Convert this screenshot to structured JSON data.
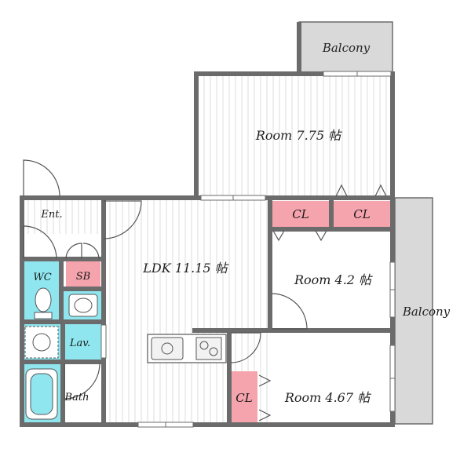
{
  "rooms": {
    "room_775": "Room 7.75 帖",
    "ldk": "LDK 11.15 帖",
    "room_42": "Room 4.2 帖",
    "room_467": "Room 4.67 帖"
  },
  "spaces": {
    "balcony_top": "Balcony",
    "balcony_right": "Balcony",
    "entrance": "Ent.",
    "wc": "WC",
    "sb": "SB",
    "lav": "Lav.",
    "bath": "Bath",
    "cl_1": "CL",
    "cl_2": "CL",
    "cl_3": "CL"
  },
  "colors": {
    "wall": "#6b6b6b",
    "closet_fill": "#f5a3ad",
    "wet_area_fill": "#8fe6ee",
    "balcony_fill": "#d9d9d9",
    "floor_stripe": "#d8d8d8"
  }
}
